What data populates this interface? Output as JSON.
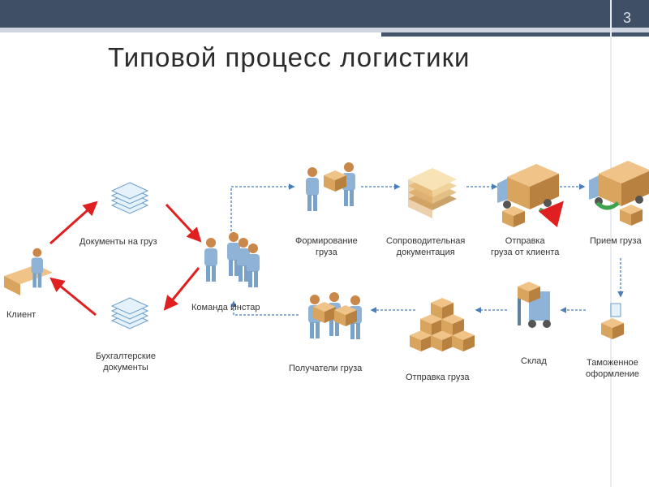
{
  "slide_number": "3",
  "title": "Типовой процесс логистики",
  "nodes": {
    "client": "Клиент",
    "cargo_docs": "Документы на груз",
    "accounting_docs_1": "Бухгалтерские",
    "accounting_docs_2": "документы",
    "team": "Команда Инстар",
    "forming_1": "Формирование",
    "forming_2": "груза",
    "docs_1": "Сопроводительная",
    "docs_2": "документация",
    "dispatch_client_1": "Отправка",
    "dispatch_client_2": "груза от клиента",
    "reception": "Прием груза",
    "customs_1": "Таможенное",
    "customs_2": "оформление",
    "warehouse": "Склад",
    "dispatch": "Отправка груза",
    "recipients": "Получатели груза"
  },
  "colors": {
    "red_arrow": "#e02020",
    "blue_arrow": "#4a7fb8",
    "person": "#8fb3d6",
    "box": "#d9a45e",
    "green": "#3fa34d"
  }
}
